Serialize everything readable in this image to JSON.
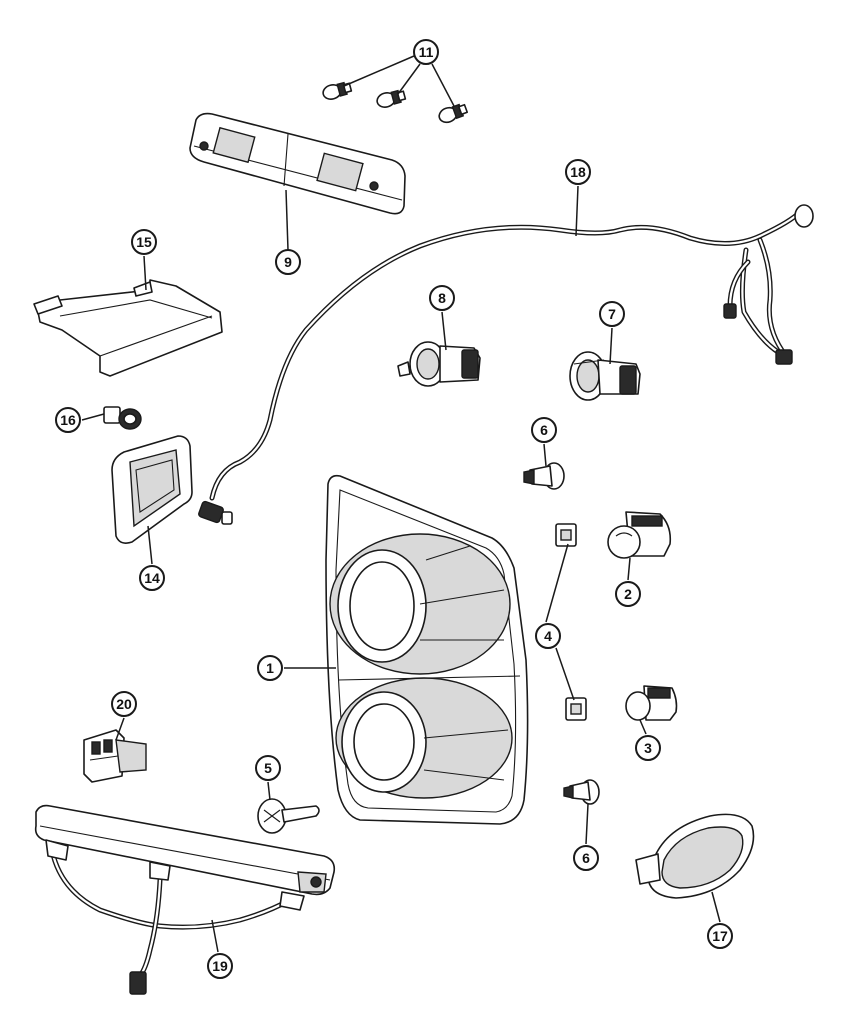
{
  "diagram": {
    "callouts": {
      "c1": "1",
      "c2": "2",
      "c3": "3",
      "c4": "4",
      "c5": "5",
      "c6a": "6",
      "c6b": "6",
      "c7": "7",
      "c8": "8",
      "c9": "9",
      "c11": "11",
      "c14": "14",
      "c15": "15",
      "c16": "16",
      "c17": "17",
      "c18": "18",
      "c19": "19",
      "c20": "20"
    }
  }
}
